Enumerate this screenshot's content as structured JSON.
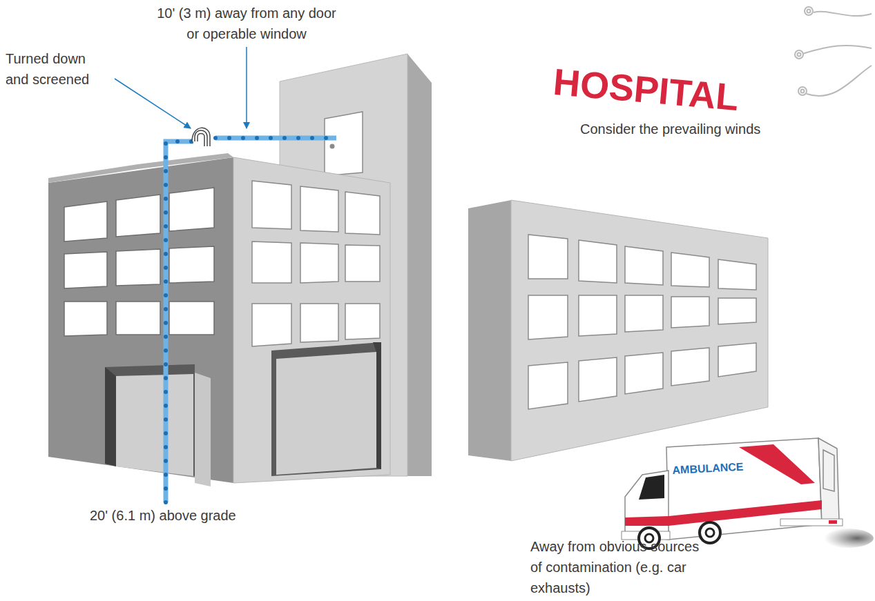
{
  "diagram": {
    "labels": [
      "10' (3 m) away from any door or operable window",
      "Turned down and screened",
      "Consider the prevailing winds",
      "HOSPITAL",
      "AMBULANCE",
      "20' (6.1 m) above grade",
      "Away from obvious sources of contamination (e.g. car exhausts)"
    ]
  }
}
